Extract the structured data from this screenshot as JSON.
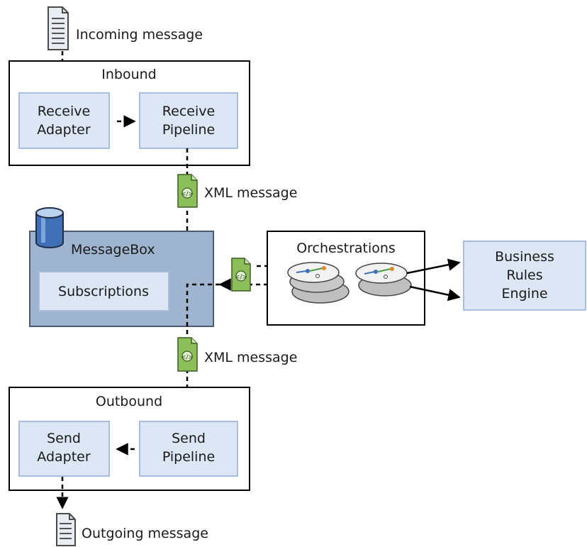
{
  "labels": {
    "incoming_message": "Incoming message",
    "xml_message_in": "XML message",
    "xml_message_out": "XML message",
    "outgoing_message": "Outgoing message"
  },
  "inbound": {
    "title": "Inbound",
    "receive_adapter": [
      "Receive",
      "Adapter"
    ],
    "receive_pipeline": [
      "Receive",
      "Pipeline"
    ]
  },
  "messagebox": {
    "title": "MessageBox",
    "subscriptions": "Subscriptions"
  },
  "orchestrations": {
    "title": "Orchestrations"
  },
  "business_rules_engine": [
    "Business",
    "Rules",
    "Engine"
  ],
  "outbound": {
    "title": "Outbound",
    "send_adapter": [
      "Send",
      "Adapter"
    ],
    "send_pipeline": [
      "Send",
      "Pipeline"
    ]
  },
  "colors": {
    "process_box_fill": "#dce6f4",
    "process_box_border": "#a9bedc",
    "messagebox_fill": "#9fb5cf",
    "messagebox_border": "#4a5b70",
    "xml_doc_green": "#8cbf5a",
    "orchestration_gray": "#bfbfbf"
  }
}
